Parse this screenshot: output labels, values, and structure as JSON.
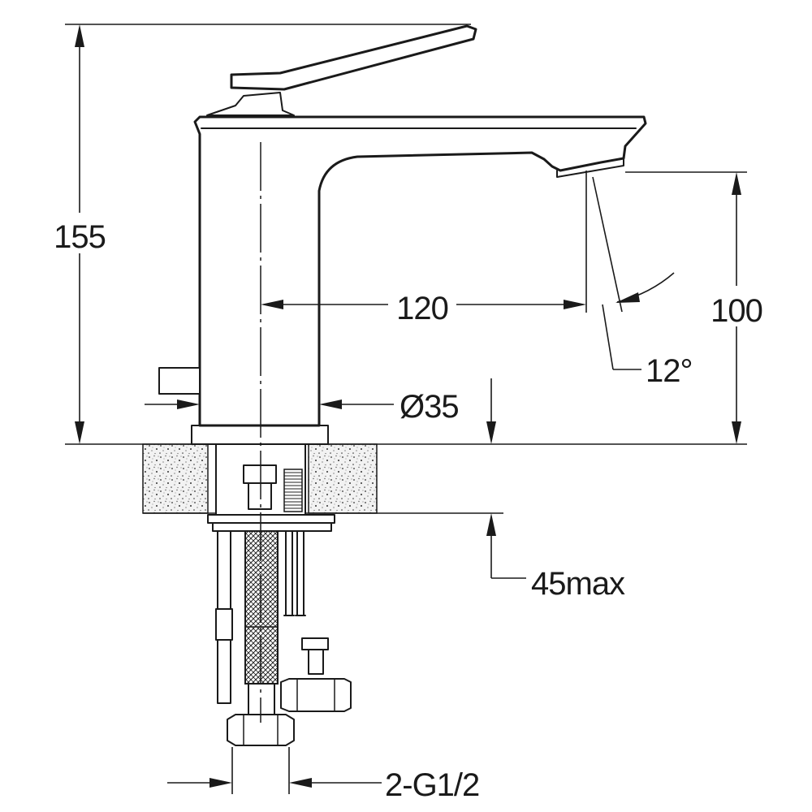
{
  "dimensions": {
    "total_height": "155",
    "spout_reach": "120",
    "spout_height": "100",
    "spray_angle": "12°",
    "body_diameter": "Ø35",
    "counter_thickness": "45max",
    "connections": "2-G1/2"
  }
}
